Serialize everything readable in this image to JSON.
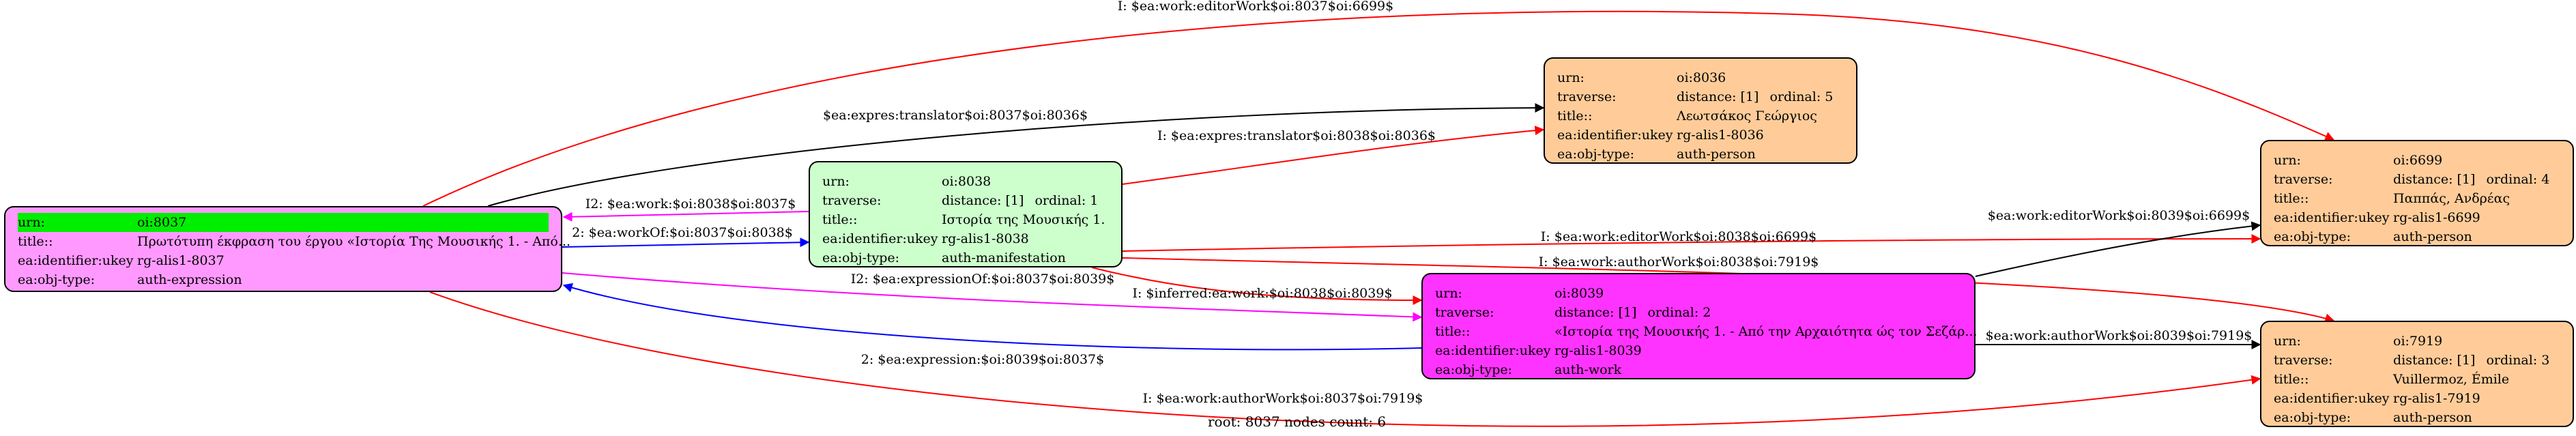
{
  "nodes": [
    {
      "id": "n8037",
      "fill": "#ff99ff",
      "keyw": 175,
      "highlight_first": true,
      "rows": [
        {
          "k": "urn:",
          "v": "oi:8037"
        },
        {
          "k": "title::",
          "v": "Πρωτότυπη έκφραση του έργου «Ιστορία Της Μουσικής 1. - Από..."
        },
        {
          "k": "ea:identifier:ukey",
          "v": "rg-alis1-8037"
        },
        {
          "k": "ea:obj-type:",
          "v": "auth-expression"
        }
      ]
    },
    {
      "id": "n8038",
      "fill": "#ccffcc",
      "keyw": 175,
      "rows": [
        {
          "k": "urn:",
          "v": "oi:8038"
        },
        {
          "k": "traverse:",
          "v": "distance: [1]",
          "o": "ordinal: 1"
        },
        {
          "k": "title::",
          "v": "Ιστορία της Μουσικής 1."
        },
        {
          "k": "ea:identifier:ukey",
          "v": "rg-alis1-8038"
        },
        {
          "k": "ea:obj-type:",
          "v": "auth-manifestation"
        }
      ]
    },
    {
      "id": "n8036",
      "fill": "#ffcc99",
      "keyw": 175,
      "rows": [
        {
          "k": "urn:",
          "v": "oi:8036"
        },
        {
          "k": "traverse:",
          "v": "distance: [1]",
          "o": "ordinal: 5"
        },
        {
          "k": "title::",
          "v": "Λεωτσάκος Γεώργιος"
        },
        {
          "k": "ea:identifier:ukey",
          "v": "rg-alis1-8036"
        },
        {
          "k": "ea:obj-type:",
          "v": "auth-person"
        }
      ]
    },
    {
      "id": "n8039",
      "fill": "#ff33ff",
      "keyw": 175,
      "rows": [
        {
          "k": "urn:",
          "v": "oi:8039"
        },
        {
          "k": "traverse:",
          "v": "distance: [1]",
          "o": "ordinal: 2"
        },
        {
          "k": "title::",
          "v": "«Ιστορία της Μουσικής 1. - Από την Αρχαιότητα ώς τον Σεζάρ..."
        },
        {
          "k": "ea:identifier:ukey",
          "v": "rg-alis1-8039"
        },
        {
          "k": "ea:obj-type:",
          "v": "auth-work"
        }
      ]
    },
    {
      "id": "n6699",
      "fill": "#ffcc99",
      "keyw": 175,
      "rows": [
        {
          "k": "urn:",
          "v": "oi:6699"
        },
        {
          "k": "traverse:",
          "v": "distance: [1]",
          "o": "ordinal: 4"
        },
        {
          "k": "title::",
          "v": "Παππάς, Ανδρέας"
        },
        {
          "k": "ea:identifier:ukey",
          "v": "rg-alis1-6699"
        },
        {
          "k": "ea:obj-type:",
          "v": "auth-person"
        }
      ]
    },
    {
      "id": "n7919",
      "fill": "#ffcc99",
      "keyw": 175,
      "rows": [
        {
          "k": "urn:",
          "v": "oi:7919"
        },
        {
          "k": "traverse:",
          "v": "distance: [1]",
          "o": "ordinal: 3"
        },
        {
          "k": "title::",
          "v": "Vuillermoz, Émile"
        },
        {
          "k": "ea:identifier:ukey",
          "v": "rg-alis1-7919"
        },
        {
          "k": "ea:obj-type:",
          "v": "auth-person"
        }
      ]
    }
  ],
  "edges": [
    {
      "id": "e1",
      "color": "#ff0000",
      "label": "I: $ea:work:editorWork$oi:8037$oi:6699$"
    },
    {
      "id": "e2",
      "color": "#000000",
      "label": "$ea:expres:translator$oi:8037$oi:8036$"
    },
    {
      "id": "e3",
      "color": "#ff0000",
      "label": "I: $ea:expres:translator$oi:8038$oi:8036$"
    },
    {
      "id": "e4",
      "color": "#ff00ff",
      "label": "I2: $ea:work:$oi:8038$oi:8037$"
    },
    {
      "id": "e5",
      "color": "#0000ff",
      "label": "2: $ea:workOf:$oi:8037$oi:8038$"
    },
    {
      "id": "e6",
      "color": "#ff0000",
      "label": "I: $ea:work:editorWork$oi:8038$oi:6699$"
    },
    {
      "id": "e7",
      "color": "#ff0000",
      "label": "I: $ea:work:authorWork$oi:8038$oi:7919$"
    },
    {
      "id": "e8",
      "color": "#ff0000",
      "label": "I: $inferred:ea:work:$oi:8038$oi:8039$"
    },
    {
      "id": "e9",
      "color": "#ff00ff",
      "label": "I2: $ea:expressionOf:$oi:8037$oi:8039$"
    },
    {
      "id": "e10",
      "color": "#0000ff",
      "label": "2: $ea:expression:$oi:8039$oi:8037$"
    },
    {
      "id": "e11",
      "color": "#000000",
      "label": "$ea:work:editorWork$oi:8039$oi:6699$"
    },
    {
      "id": "e12",
      "color": "#000000",
      "label": "$ea:work:authorWork$oi:8039$oi:7919$"
    },
    {
      "id": "e13",
      "color": "#ff0000",
      "label": "I: $ea:work:authorWork$oi:8037$oi:7919$"
    }
  ],
  "footer": {
    "root_info": "root: 8037 nodes count: 6"
  }
}
